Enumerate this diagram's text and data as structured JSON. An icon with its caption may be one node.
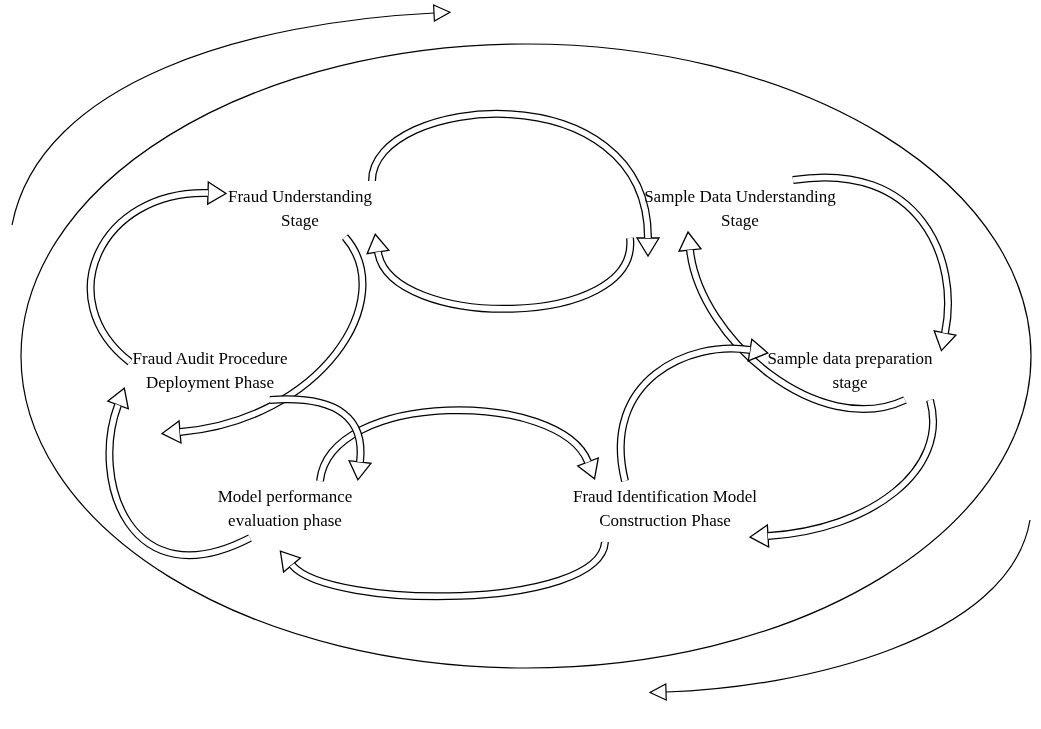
{
  "diagram": {
    "nodes": [
      {
        "text": [
          "Fraud Understanding Stage"
        ]
      },
      {
        "text": [
          "Sample Data Understanding Stage"
        ]
      },
      {
        "text": [
          "Sample data preparation stage"
        ]
      },
      {
        "text": [
          "Fraud Identification Model Construction Phase"
        ]
      },
      {
        "text": [
          "Model performance evaluation phase"
        ]
      },
      {
        "text": [
          "Fraud Audit Procedure Deployment Phase"
        ]
      }
    ],
    "edges": [
      {
        "from": 0,
        "to": 1,
        "arrow": "to"
      },
      {
        "from": 1,
        "to": 0,
        "arrow": "to"
      },
      {
        "from": 1,
        "to": 2,
        "arrow": "to"
      },
      {
        "from": 2,
        "to": 1,
        "arrow": "to"
      },
      {
        "from": 2,
        "to": 3,
        "arrow": "to"
      },
      {
        "from": 3,
        "to": 2,
        "arrow": "to"
      },
      {
        "from": 3,
        "to": 4,
        "arrow": "to"
      },
      {
        "from": 4,
        "to": 3,
        "arrow": "to"
      },
      {
        "from": 4,
        "to": 5,
        "arrow": "to"
      },
      {
        "from": 5,
        "to": 0,
        "arrow": "to"
      },
      {
        "from": 0,
        "to": 5,
        "arrow": "to"
      },
      {
        "from": 5,
        "to": 4,
        "arrow": "to"
      }
    ]
  }
}
